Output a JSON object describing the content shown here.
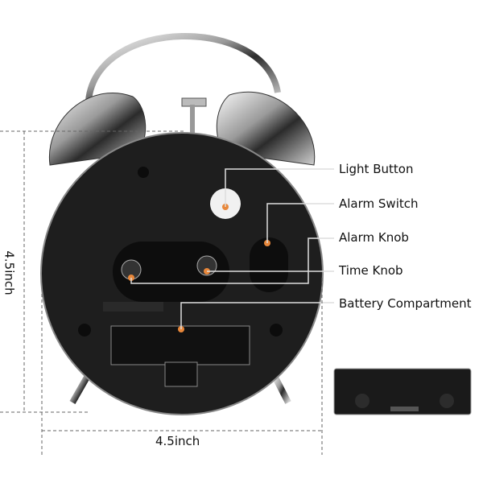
{
  "callouts": {
    "light_button": "Light Button",
    "alarm_switch": "Alarm Switch",
    "alarm_knob": "Alarm Knob",
    "time_knob": "Time Knob",
    "battery_compartment": "Battery Compartment"
  },
  "dimensions": {
    "height": "4.5inch",
    "width": "4.5inch"
  },
  "colors": {
    "body": "#1e1e1e",
    "marker": "#e8873a",
    "chrome": "#c9c9c9"
  }
}
